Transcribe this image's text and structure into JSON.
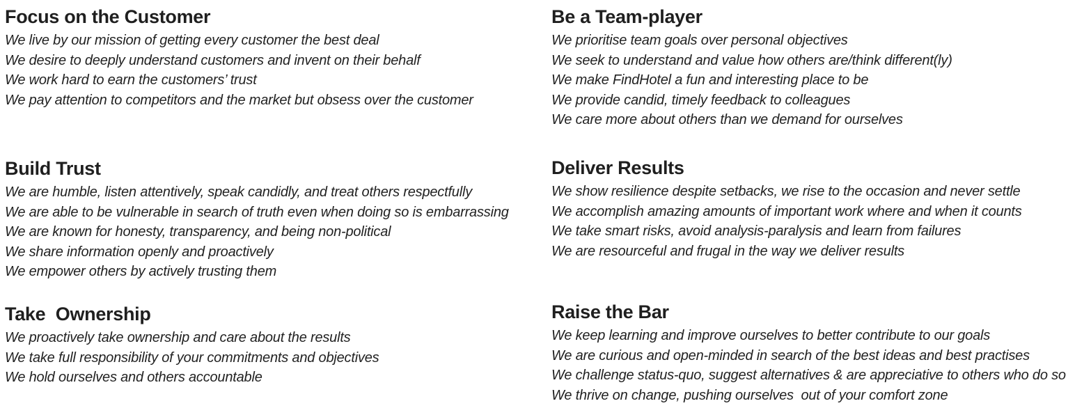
{
  "sections": {
    "focus": {
      "title": "Focus on the Customer",
      "lines": [
        "We live by our mission of getting every customer the best deal",
        "We desire to deeply understand customers and invent on their behalf",
        "We work hard to earn the customers’ trust",
        "We pay attention to competitors and the market but obsess over the customer"
      ]
    },
    "team": {
      "title": "Be a Team-player",
      "lines": [
        "We prioritise team goals over personal objectives",
        "We seek to understand and value how others are/think different(ly)",
        "We make FindHotel a fun and interesting place to be",
        "We provide candid, timely feedback to colleagues",
        "We care more about others than we demand for ourselves"
      ]
    },
    "trust": {
      "title": "Build Trust",
      "lines": [
        "We are humble, listen attentively, speak candidly, and treat others respectfully",
        "We are able to be vulnerable in search of truth even when doing so is embarrassing",
        "We are known for honesty, transparency, and being non-political",
        "We share information openly and proactively",
        "We empower others by actively trusting them"
      ]
    },
    "deliver": {
      "title": "Deliver Results",
      "lines": [
        "We show resilience despite setbacks, we rise to the occasion and never settle",
        "We accomplish amazing amounts of important work where and when it counts",
        "We take smart risks, avoid analysis-paralysis and learn from failures",
        "We are resourceful and frugal in the way we deliver results"
      ]
    },
    "ownership": {
      "title": "Take  Ownership",
      "lines": [
        "We proactively take ownership and care about the results",
        "We take full responsibility of your commitments and objectives",
        "We hold ourselves and others accountable"
      ]
    },
    "raise": {
      "title": "Raise the Bar",
      "lines": [
        "We keep learning and improve ourselves to better contribute to our goals",
        "We are curious and open-minded in search of the best ideas and best practises",
        "We challenge status-quo, suggest alternatives & are appreciative to others who do so",
        "We thrive on change, pushing ourselves  out of your comfort zone"
      ]
    }
  }
}
